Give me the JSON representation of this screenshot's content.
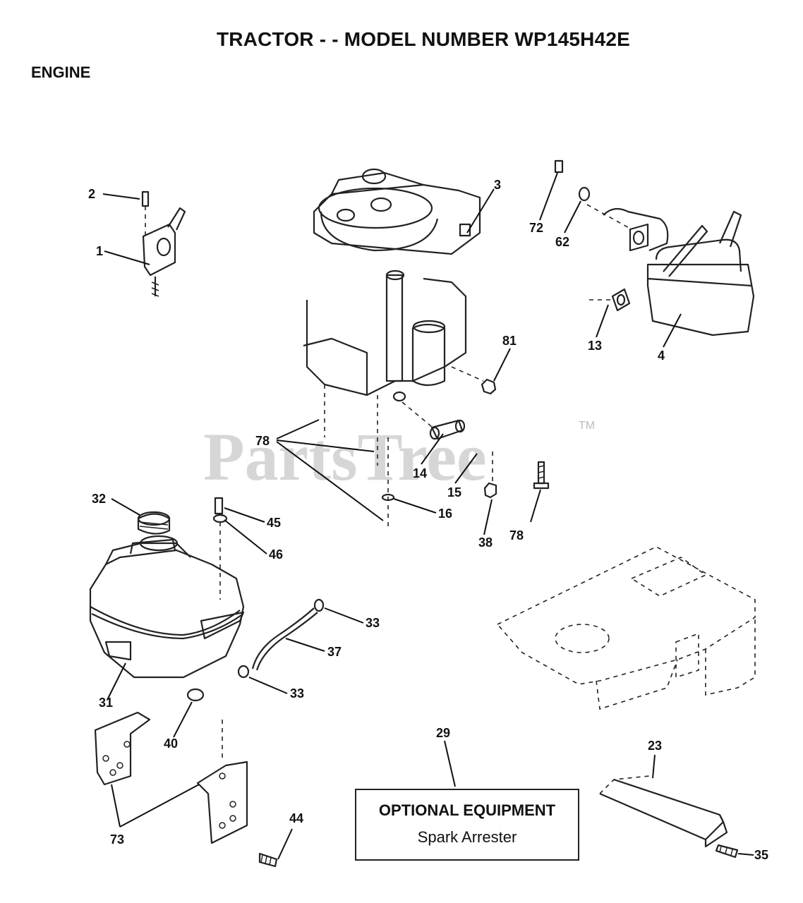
{
  "header": {
    "title": "TRACTOR - - MODEL NUMBER WP145H42E",
    "section": "ENGINE"
  },
  "watermark": {
    "text": "PartsTree",
    "trademark": "TM"
  },
  "optional_box": {
    "title": "OPTIONAL EQUIPMENT",
    "item": "Spark Arrester"
  },
  "callouts": {
    "c1": "1",
    "c2": "2",
    "c3": "3",
    "c4": "4",
    "c13": "13",
    "c14": "14",
    "c15": "15",
    "c16": "16",
    "c23": "23",
    "c29": "29",
    "c31": "31",
    "c32": "32",
    "c33a": "33",
    "c33b": "33",
    "c35": "35",
    "c37": "37",
    "c38": "38",
    "c40": "40",
    "c44": "44",
    "c45": "45",
    "c46": "46",
    "c62": "62",
    "c72": "72",
    "c73": "73",
    "c78a": "78",
    "c78b": "78",
    "c81": "81"
  }
}
